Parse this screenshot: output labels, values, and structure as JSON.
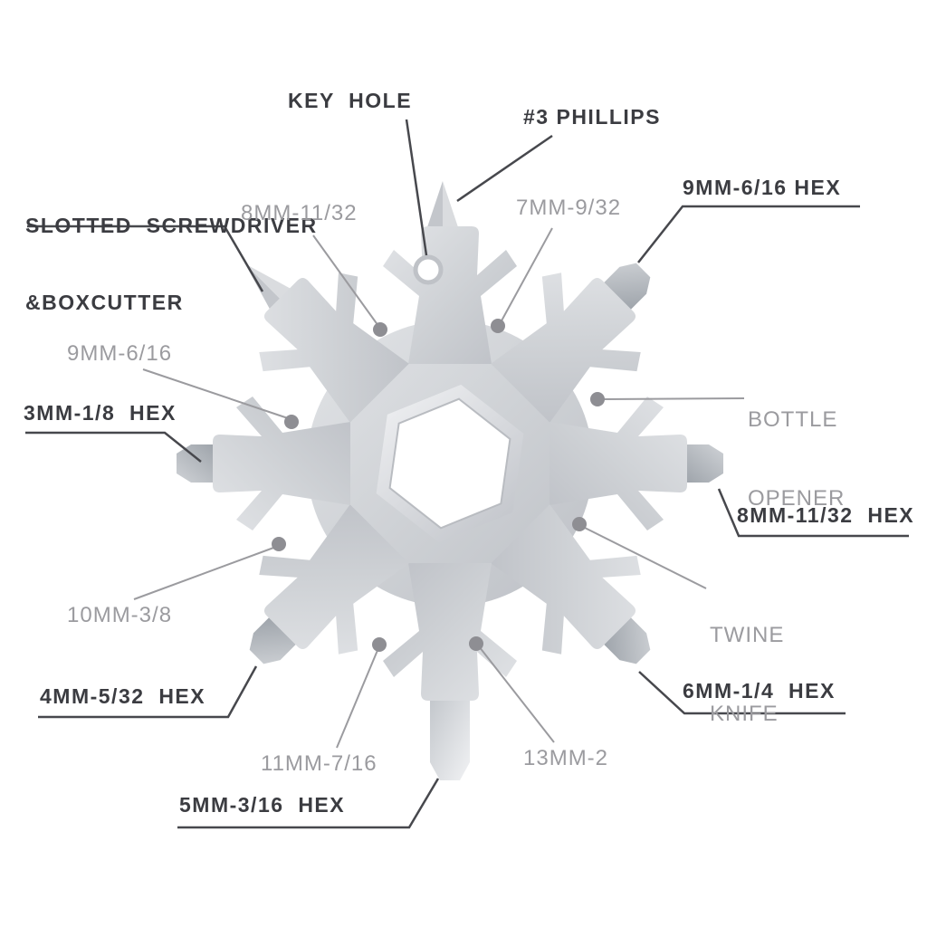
{
  "diagram": {
    "subject": "18-in-1 snowflake multi-tool feature callout diagram",
    "colors": {
      "background": "#ffffff",
      "label_dark": "#3b3c41",
      "label_gray": "#9b9b9f",
      "leader_dark": "#47484d",
      "leader_gray": "#9b9b9f",
      "marker_dot": "#8e8e93",
      "tool_body_silver": "#ced1d5",
      "tool_bit_steel": "#a8acb2"
    },
    "labels": {
      "key_hole": "KEY  HOLE",
      "phillips": "#3 PHILLIPS",
      "slotted_1": "SLOTTED  SCREWDRIVER",
      "slotted_2": "&BOXCUTTER",
      "hex_8mm_11_32": "8MM-11/32",
      "hex_7mm_9_32": "7MM-9/32",
      "hex_9mm_6_16_right": "9MM-6/16 HEX",
      "bottle_1": "BOTTLE",
      "bottle_2": "OPENER",
      "hex_9mm_6_16_left": "9MM-6/16",
      "hex_3mm_1_8": "3MM-1/8  HEX",
      "hex_8mm_11_32_right": "8MM-11/32  HEX",
      "twine_1": "TWINE",
      "twine_2": "KNIFE",
      "hex_10mm_3_8": "10MM-3/8",
      "hex_4mm_5_32": "4MM-5/32  HEX",
      "hex_6mm_1_4": "6MM-1/4  HEX",
      "hex_11mm_7_16": "11MM-7/16",
      "hex_13mm_2": "13MM-2",
      "hex_5mm_3_16": "5MM-3/16  HEX"
    }
  }
}
